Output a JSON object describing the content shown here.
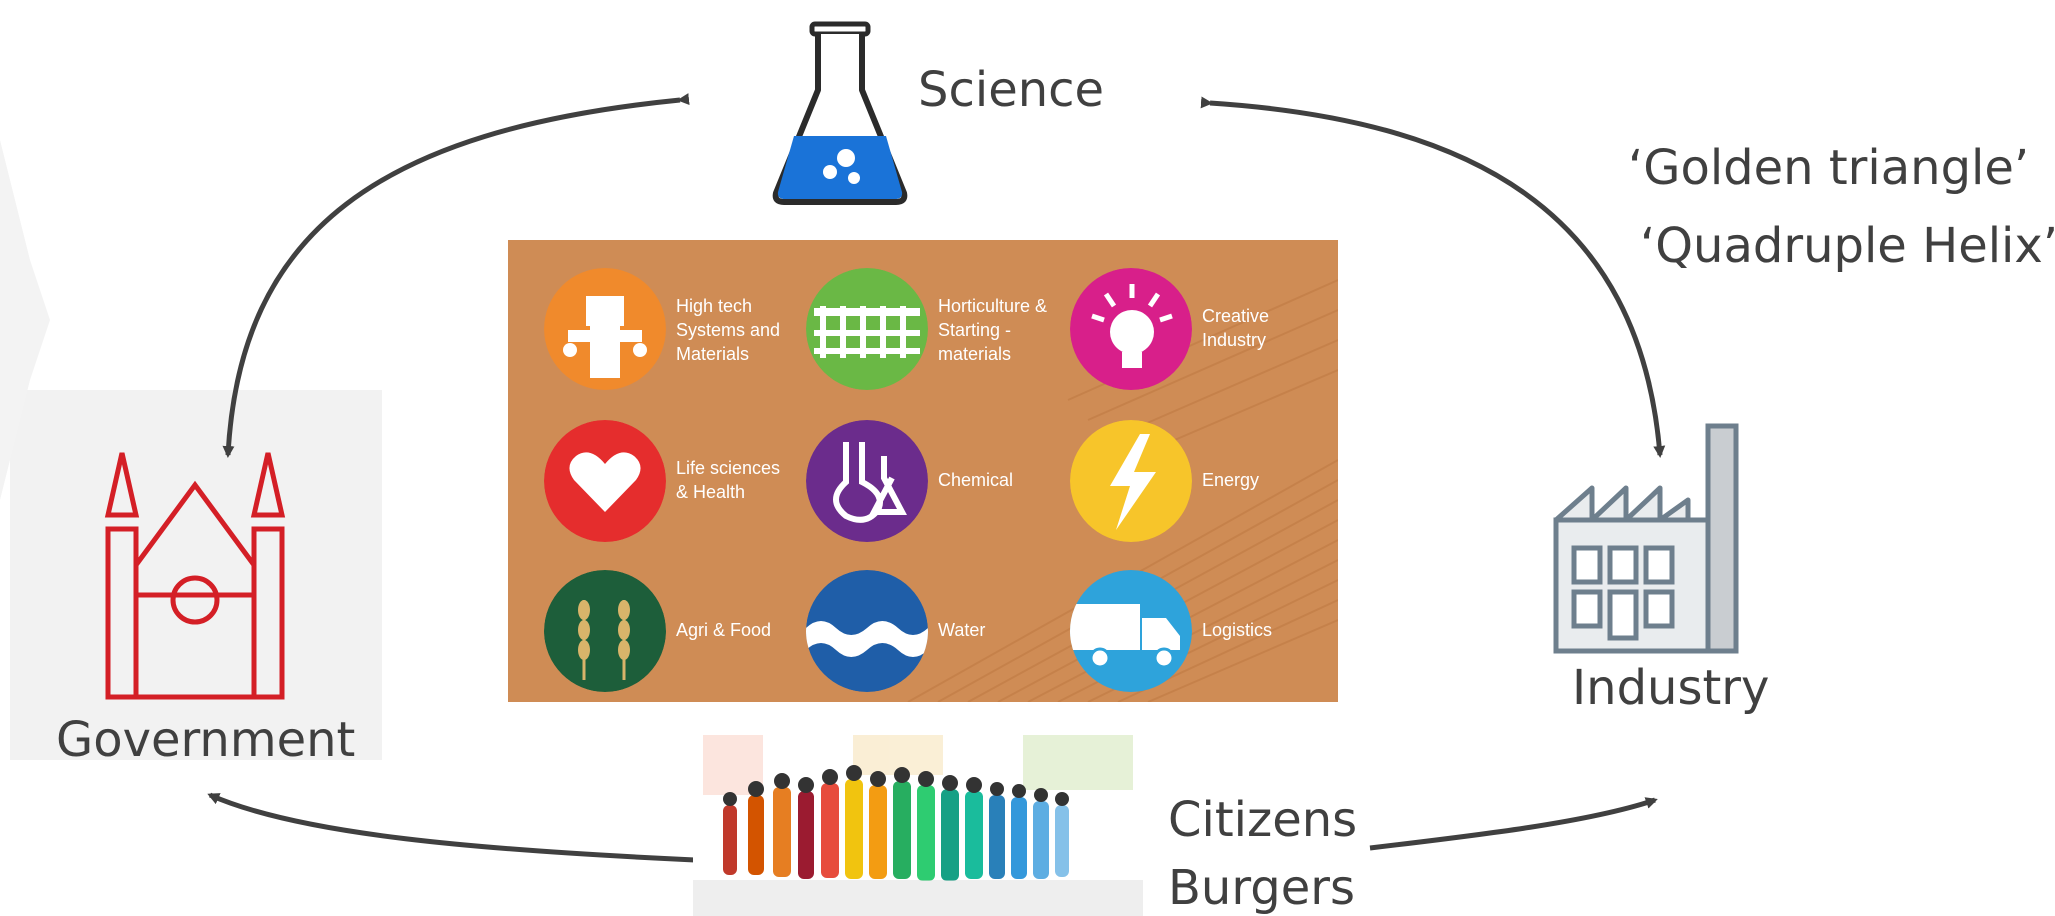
{
  "nodes": {
    "science": "Science",
    "government": "Government",
    "industry": "Industry",
    "citizens": "Citizens",
    "burgers": "Burgers"
  },
  "annotations": {
    "golden_triangle": "‘Golden triangle’",
    "quadruple_helix": "‘Quadruple Helix’"
  },
  "sectors": [
    {
      "label": "High tech\nSystems and\nMaterials",
      "color": "#f08a2c",
      "icon": "robot-icon"
    },
    {
      "label": "Horticulture &\nStarting -\nmaterials",
      "color": "#6ab845",
      "icon": "greenhouse-icon"
    },
    {
      "label": "Creative\nIndustry",
      "color": "#d81f8a",
      "icon": "lightbulb-icon"
    },
    {
      "label": "Life sciences\n& Health",
      "color": "#e52d2d",
      "icon": "heart-icon"
    },
    {
      "label": "Chemical",
      "color": "#6b2c8c",
      "icon": "flask-icon"
    },
    {
      "label": "Energy",
      "color": "#f7c52a",
      "icon": "lightning-icon"
    },
    {
      "label": "Agri & Food",
      "color": "#1d5e3a",
      "icon": "wheat-icon"
    },
    {
      "label": "Water",
      "color": "#1f5ea8",
      "icon": "wave-icon"
    },
    {
      "label": "Logistics",
      "color": "#2ea3db",
      "icon": "truck-icon"
    }
  ],
  "colors": {
    "arrow": "#404040",
    "government_icon": "#d41f26",
    "science_flask": "#1a73d8",
    "industry_icon": "#7d8f9e",
    "sector_panel": "#cf8c55"
  }
}
